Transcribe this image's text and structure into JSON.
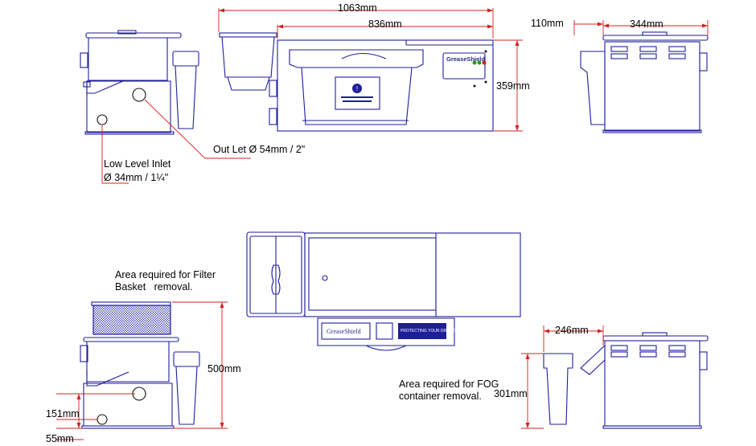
{
  "dimensions": {
    "overall_length": "1063mm",
    "tank_length": "836mm",
    "inlet_offset": "110mm",
    "tank_width": "344mm",
    "tank_height": "359mm",
    "basket_clearance_height": "500mm",
    "fog_container_width": "246mm",
    "fog_container_height": "301mm",
    "outlet_height": "151mm",
    "inlet_height": "55mm"
  },
  "callouts": {
    "outlet": "Out Let Ø  54mm / 2\"",
    "inlet_line1": "Low Level Inlet",
    "inlet_line2": "Ø  34mm / 1¼\"",
    "filter_basket": "Area required for Filter\nBasket   removal.",
    "fog_container": "Area required for FOG\ncontainer removal."
  },
  "product": {
    "brand": "GreaseShield",
    "tagline": "PROTECTING YOUR DRAINS"
  },
  "colors": {
    "outline": "#1e1e9a",
    "dimension": "#d42020"
  }
}
